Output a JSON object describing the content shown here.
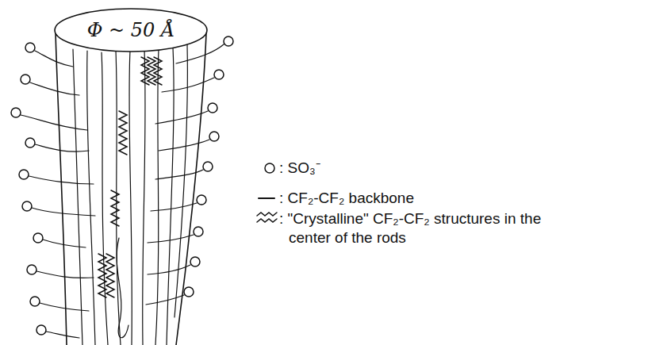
{
  "diagram": {
    "nodes": [
      {
        "text": [
          "Φ ~ 50 Å"
        ]
      }
    ],
    "legend": [
      {
        "text": ": SO₃⁻"
      },
      {
        "text": ": CF₂-CF₂ backbone"
      },
      {
        "text": ": \"Crystalline\" CF₂-CF₂ structures in the center of the rods"
      }
    ]
  }
}
